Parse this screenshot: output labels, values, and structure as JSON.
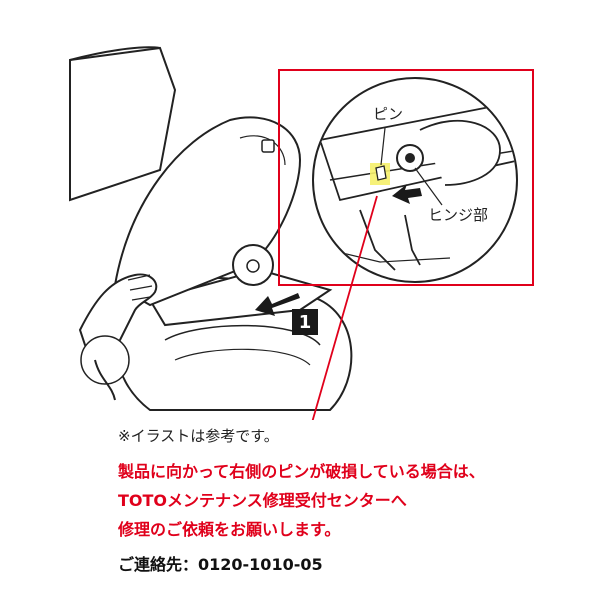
{
  "callouts": {
    "pin_label": "ピン",
    "hinge_label": "ヒンジ部"
  },
  "step_number": "1",
  "note": "※イラストは参考です。",
  "warning_lines": [
    "製品に向かって右側のピンが破損している場合は、",
    "TOTOメンテナンス修理受付センターへ",
    "修理のご依頼をお願いします。"
  ],
  "contact": "ご連絡先：0120-1010-05",
  "colors": {
    "warning_text": "#e0001b",
    "callout_frame": "#e0001b",
    "pin_highlight": "#f5f06a",
    "arrow": "#1a1a1a"
  }
}
